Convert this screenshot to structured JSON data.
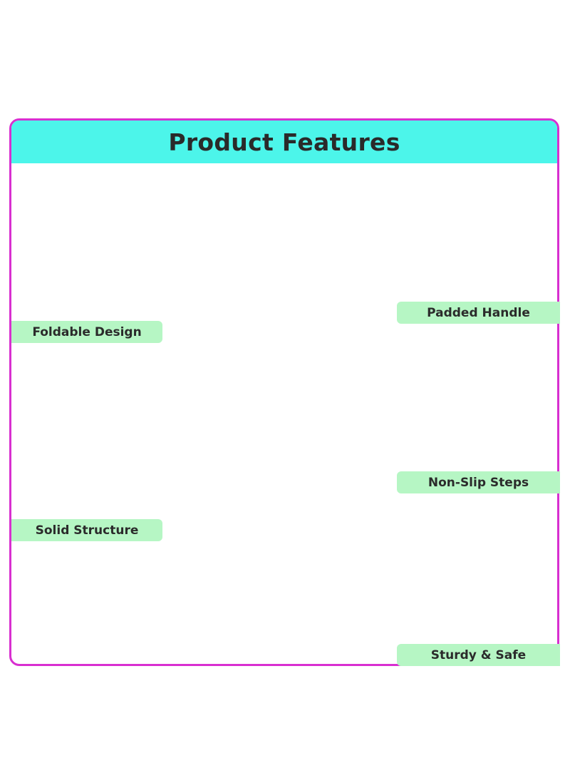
{
  "banner": {
    "title": "Product Features"
  },
  "features": {
    "foldable": "Foldable Design",
    "solid": "Solid Structure",
    "padded": "Padded Handle",
    "nonslip": "Non-Slip Steps",
    "sturdy": "Sturdy & Safe"
  },
  "colors": {
    "frame_border": "#d82fd0",
    "banner": "#4cf5ea",
    "tag": "#b6f6c4",
    "ladder_yellow": "#f3cf38",
    "circle_yellow": "#f2c83c",
    "black": "#111111"
  }
}
